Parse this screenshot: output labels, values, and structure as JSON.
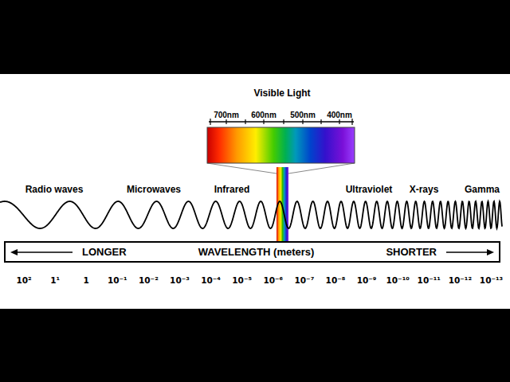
{
  "diagram": {
    "nodes": [
      {
        "text": [
          "LONGER",
          "WAVELENGTH (meters)",
          "SHORTER"
        ]
      }
    ],
    "labels": [
      "Visible Light",
      "700nm",
      "600nm",
      "500nm",
      "400nm",
      "Radio waves",
      "Microwaves",
      "Infrared",
      "Ultraviolet",
      "X-rays",
      "Gamma",
      "10²",
      "1¹",
      "1",
      "10⁻¹",
      "10⁻²",
      "10⁻³",
      "10⁻⁴",
      "10⁻⁵",
      "10⁻⁶",
      "10⁻⁷",
      "10⁻⁸",
      "10⁻⁹",
      "10⁻¹⁰",
      "10⁻¹¹",
      "10⁻¹²",
      "10⁻¹³"
    ]
  }
}
